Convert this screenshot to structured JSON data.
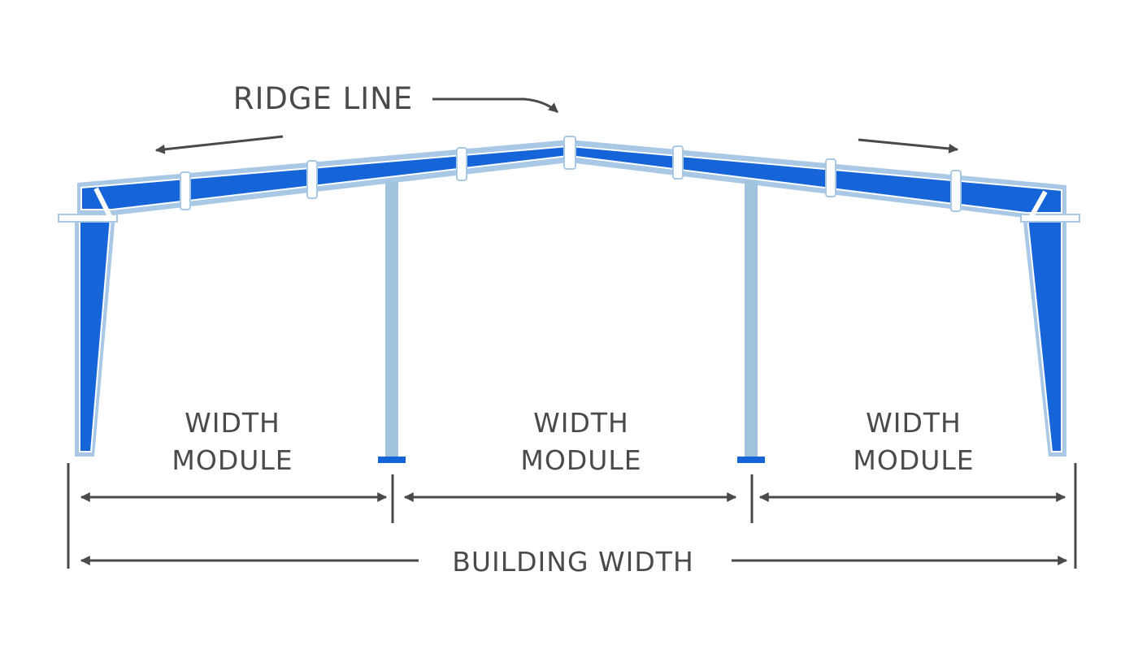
{
  "labels": {
    "ridge_line": "RIDGE LINE",
    "module_left_line1": "WIDTH",
    "module_left_line2": "MODULE",
    "module_center_line1": "WIDTH",
    "module_center_line2": "MODULE",
    "module_right_line1": "WIDTH",
    "module_right_line2": "MODULE",
    "building_width": "BUILDING WIDTH"
  },
  "colors": {
    "frame_fill": "#1565d8",
    "frame_outline": "#a8c8e6",
    "interior_column": "#9fc3dd",
    "column_base": "#1565d8",
    "dimension_line": "#4a4a4a",
    "text": "#4a4a4a"
  }
}
